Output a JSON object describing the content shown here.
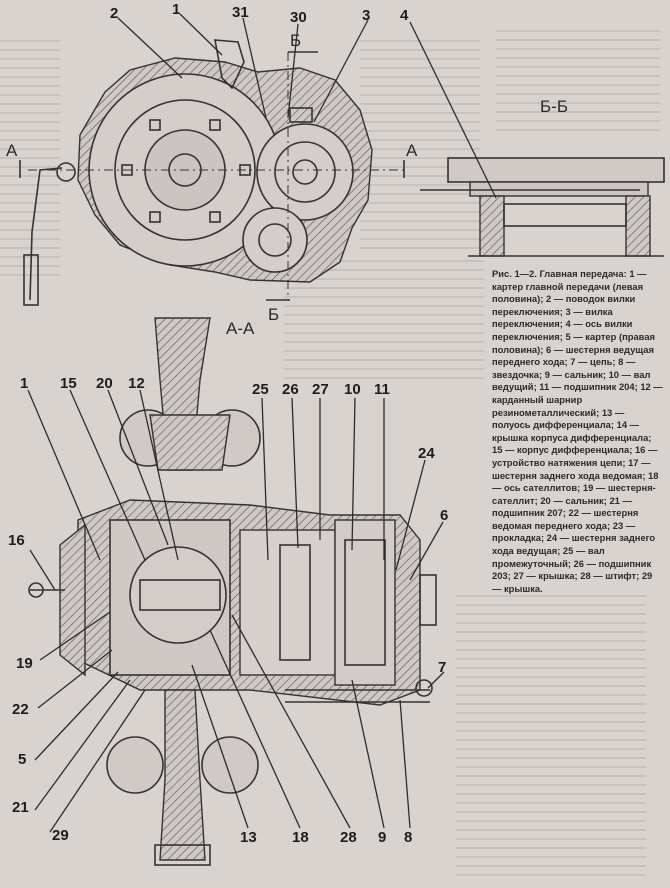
{
  "labels": {
    "top_view": [
      "2",
      "1",
      "31",
      "30",
      "3",
      "4"
    ],
    "left_side": [
      "1",
      "15",
      "20",
      "12",
      "16",
      "19",
      "22",
      "5",
      "21",
      "29"
    ],
    "middle": [
      "25",
      "26",
      "27",
      "10",
      "11"
    ],
    "right_side": [
      "24",
      "6",
      "7"
    ],
    "bottom": [
      "13",
      "18",
      "28",
      "9",
      "8"
    ]
  },
  "section_marks": {
    "a_left": "А",
    "a_right": "А",
    "b_top": "Б",
    "b_bottom": "Б",
    "section_bb": "Б-Б",
    "section_aa": "А-А"
  },
  "caption": "Рис. 1—2. Главная передача: 1 — картер главной передачи (левая половина); 2 — поводок вилки переключения; 3 — вилка переключения; 4 — ось вилки переключения; 5 — картер (правая половина); 6 — шестерня ведущая переднего хода; 7 — цепь; 8 — звездочка; 9 — сальник; 10 — вал ведущий; 11 — подшипник 204; 12 — карданный шарнир резинометаллический; 13 — полуось дифференциала; 14 — крышка корпуса дифференциала; 15 — корпус дифференциала; 16 — устройство натяжения цепи; 17 — шестерня заднего хода ведомая; 18 — ось сателлитов; 19 — шестерня-сателлит; 20 — сальник; 21 — подшипник 207; 22 — шестерня ведомая переднего хода; 23 — прокладка; 24 — шестерня заднего хода ведущая; 25 — вал промежуточный; 26 — подшипник 203; 27 — крышка; 28 — штифт; 29 — крышка."
}
